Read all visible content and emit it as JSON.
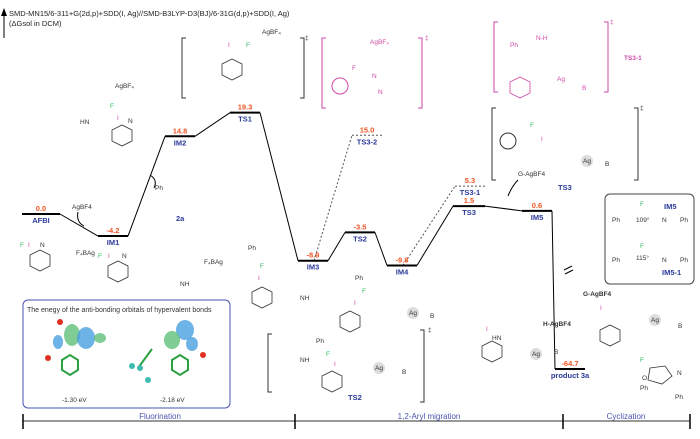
{
  "header": {
    "line1": "SMD-MN15/6-311+G(2d,p)+SDD(I, Ag)//SMD-B3LYP-D3(BJ)/6-31G(d,p)+SDD(I, Ag)",
    "line2": "(ΔGsol in DCM)"
  },
  "levels": [
    {
      "id": "AFBI",
      "label": "AFBI",
      "energy": "0.0"
    },
    {
      "id": "IM1",
      "label": "IM1",
      "energy": "-4.2"
    },
    {
      "id": "IM2",
      "label": "IM2",
      "energy": "14.8"
    },
    {
      "id": "TS1",
      "label": "TS1",
      "energy": "19.3"
    },
    {
      "id": "IM3",
      "label": "IM3",
      "energy": "-8.9"
    },
    {
      "id": "TS2",
      "label": "TS2",
      "energy": "-3.5"
    },
    {
      "id": "IM4",
      "label": "IM4",
      "energy": "-9.8"
    },
    {
      "id": "TS3",
      "label": "TS3",
      "energy": "1.5"
    },
    {
      "id": "IM5",
      "label": "IM5",
      "energy": "0.6"
    },
    {
      "id": "P",
      "label": "product 3a",
      "energy": "-64.7"
    },
    {
      "id": "TS3-2",
      "label": "TS3-2",
      "energy": "15.0"
    },
    {
      "id": "TS3-1",
      "label": "TS3-1",
      "energy": "5.3"
    }
  ],
  "reagents": {
    "agbf4": "AgBF4",
    "sub": "2a",
    "g_agbf4": "G-AgBF4",
    "g_agbf4_2": "G-AgBF4",
    "h_agbf4": "H-AgBF4"
  },
  "structure_labels": {
    "ts3": "TS3",
    "ts2": "TS2",
    "ts31": "TS3-1",
    "im5": "IM5",
    "im51": "IM5-1",
    "angle1": "109°",
    "angle2": "115°",
    "dagger": "‡"
  },
  "orbital_box": {
    "title": "The enegy of the anti-bonding orbitals of hypervalent bonds",
    "e1": "-1.30 eV",
    "e2": "-2.18 eV"
  },
  "regions": {
    "fluorination": "Fluorination",
    "migration": "1,2-Aryl migration",
    "cyclization": "Cyclization"
  }
}
